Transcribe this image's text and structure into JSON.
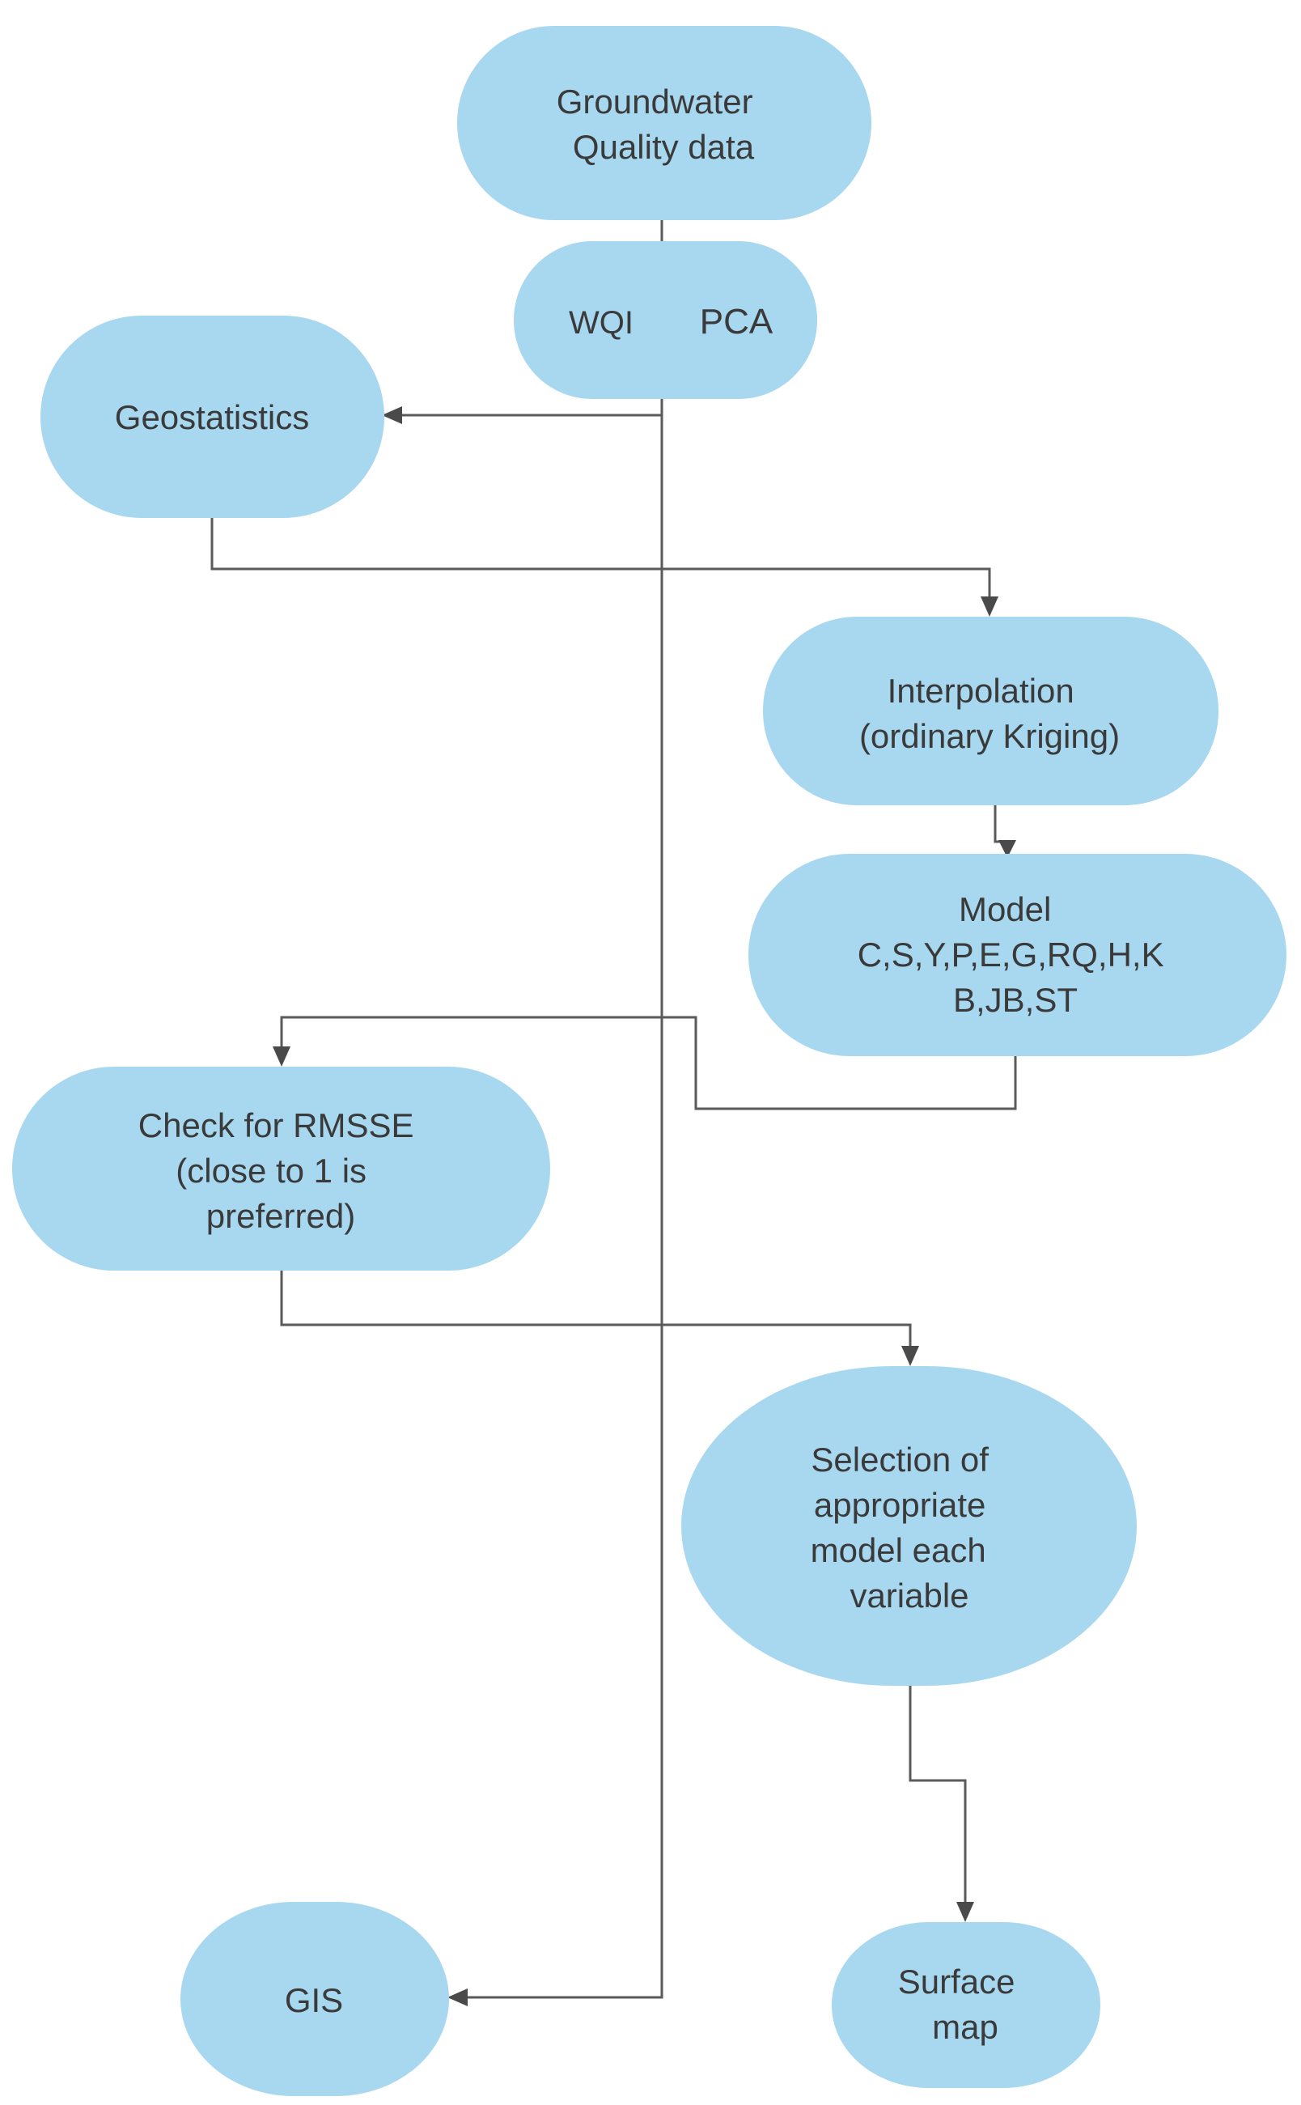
{
  "nodes": {
    "groundwater": {
      "lines": [
        "Groundwater",
        "Quality data"
      ]
    },
    "wqi": {
      "lines": [
        "WQI"
      ]
    },
    "pca": {
      "lines": [
        "PCA"
      ]
    },
    "geostatistics": {
      "lines": [
        "Geostatistics"
      ]
    },
    "interpolation": {
      "lines": [
        "Interpolation",
        "(ordinary Kriging)"
      ]
    },
    "model": {
      "lines": [
        "Model",
        "C,S,Y,P,E,G,RQ,H,K",
        "B,JB,ST"
      ]
    },
    "rmsse": {
      "lines": [
        "Check for RMSSE",
        "(close to 1 is",
        "preferred)"
      ]
    },
    "selection": {
      "lines": [
        "Selection of",
        "appropriate",
        "model each",
        "variable"
      ]
    },
    "gis": {
      "lines": [
        "GIS"
      ]
    },
    "surface_map": {
      "lines": [
        "Surface",
        "map"
      ]
    }
  },
  "colors": {
    "node_fill": "#a8d8f0",
    "text": "#3a3a3a",
    "connector": "#5a5a5a"
  }
}
